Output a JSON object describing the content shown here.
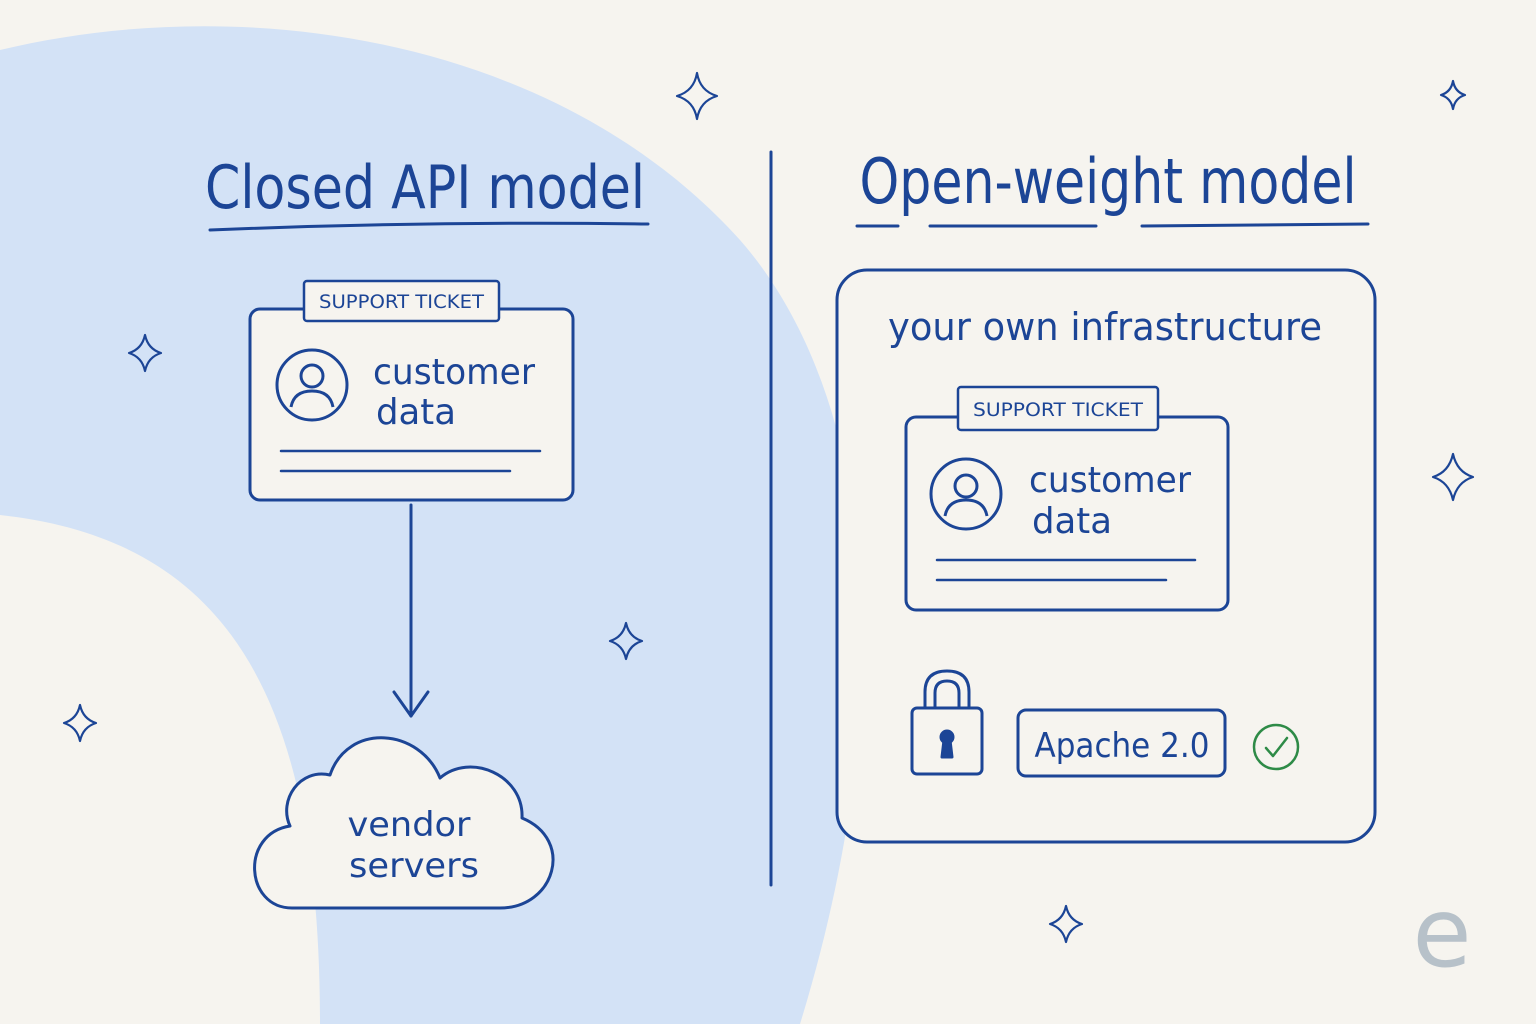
{
  "colors": {
    "background": "#f6f4ef",
    "blob": "#d3e2f6",
    "ink": "#1c4596",
    "check": "#2e8b47",
    "logo": "#b7c1c9"
  },
  "left": {
    "title": "Closed API model",
    "ticket": {
      "tag": "SUPPORT TICKET",
      "line1": "customer",
      "line2": "data"
    },
    "cloud": {
      "line1": "vendor",
      "line2": "servers"
    }
  },
  "right": {
    "title": "Open-weight model",
    "panel_label": "your own infrastructure",
    "ticket": {
      "tag": "SUPPORT TICKET",
      "line1": "customer",
      "line2": "data"
    },
    "license": "Apache 2.0"
  },
  "icons": {
    "user": "user-icon",
    "lock": "lock-icon",
    "check": "check-circle-icon",
    "cloud": "cloud-icon",
    "arrow": "arrow-down-icon",
    "sparkle": "sparkle-icon"
  },
  "logo_letter": "e"
}
